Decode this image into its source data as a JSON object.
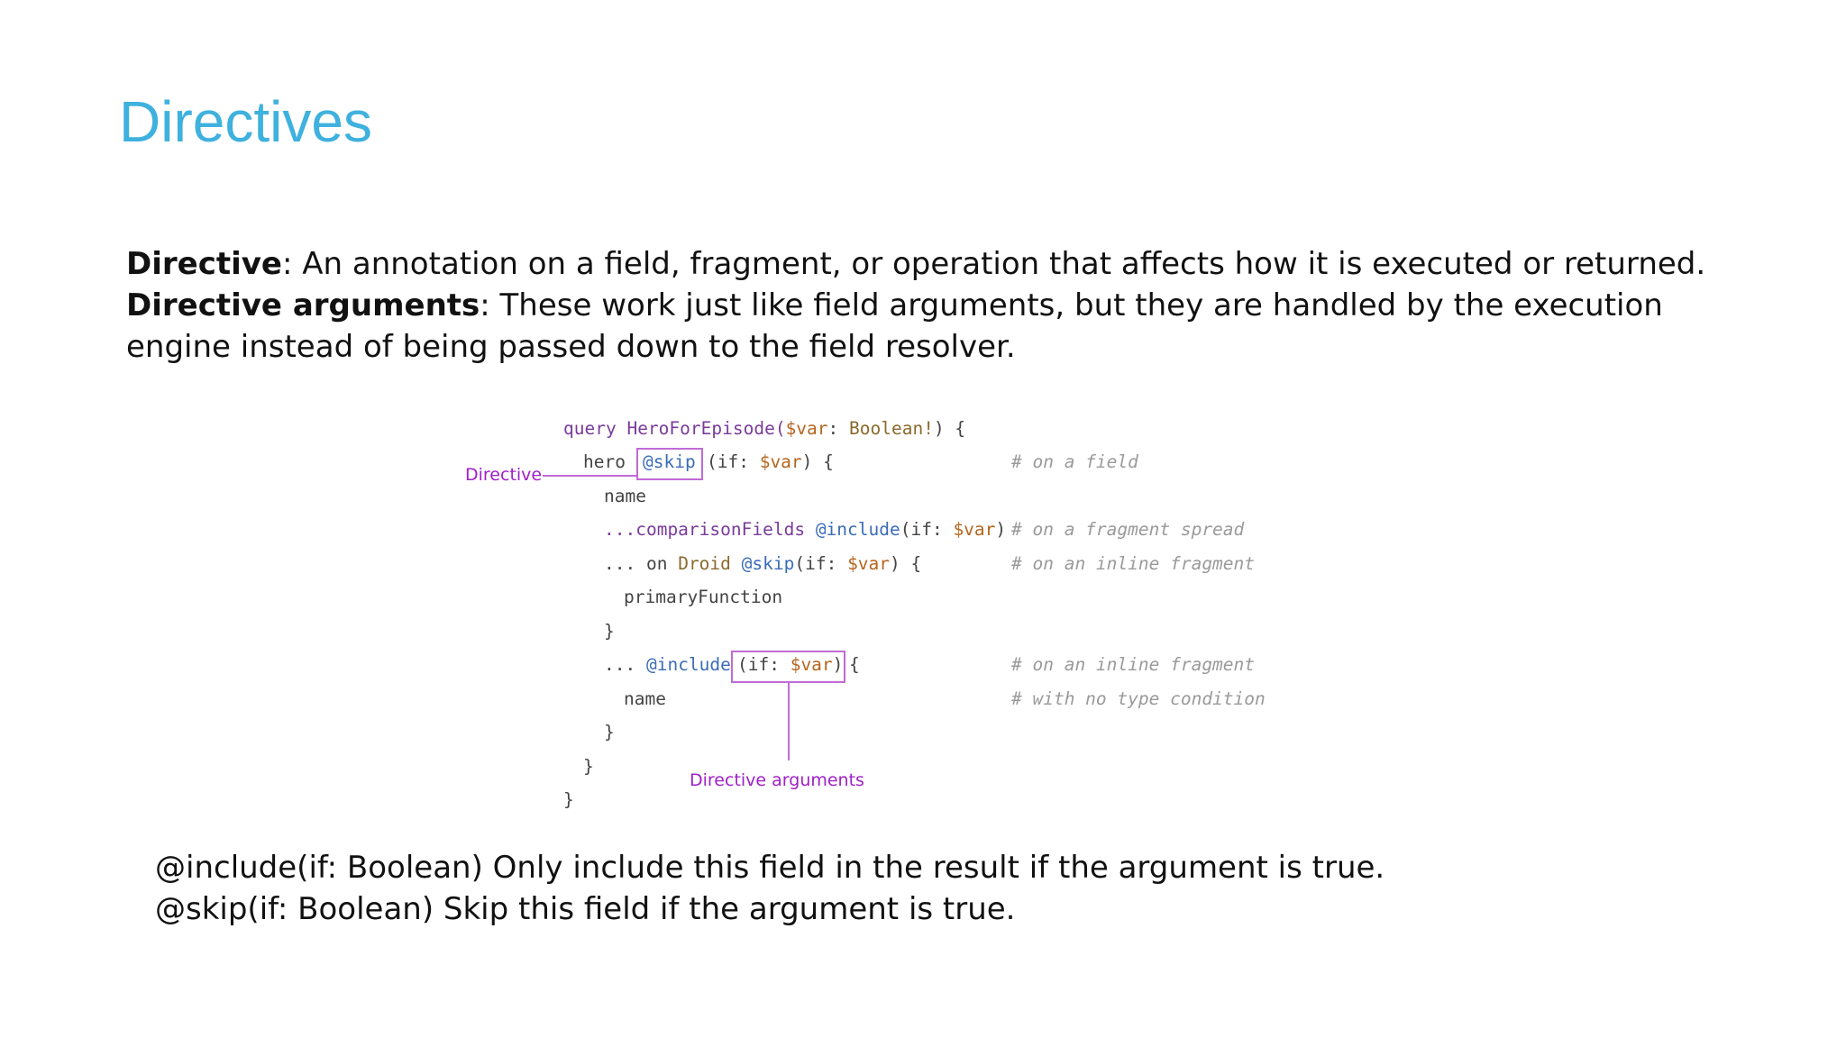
{
  "slide": {
    "title": "Directives",
    "definitions": [
      {
        "term": "Directive",
        "text": ": An annotation on a field, fragment, or operation that affects how it is executed or returned."
      },
      {
        "term": "Directive arguments",
        "text": ": These work just like field arguments, but they are handled by the execution engine instead of being passed down to the field resolver."
      }
    ],
    "usage": [
      "@include(if: Boolean) Only include this field in the result if the argument is true.",
      "@skip(if: Boolean) Skip this field if the argument is true."
    ]
  },
  "diagram": {
    "annotations": {
      "directive": "Directive",
      "directive_arguments": "Directive arguments"
    },
    "code": {
      "l1_kw": "query",
      "l1_name": "HeroForEpisode(",
      "l1_var": "$var",
      "l1_colon": ": ",
      "l1_type": "Boolean!",
      "l1_end": ") {",
      "l2_field": "hero",
      "l2_dir": "@skip",
      "l2_open": "(if: ",
      "l2_var": "$var",
      "l2_end": ") {",
      "l3": "name",
      "l4_spread": "...comparisonFields ",
      "l4_dir": "@include",
      "l4_open": "(if: ",
      "l4_var": "$var",
      "l4_end": ")",
      "l5_dots": "... ",
      "l5_on": "on ",
      "l5_type": "Droid ",
      "l5_dir": "@skip",
      "l5_open": "(if: ",
      "l5_var": "$var",
      "l5_end": ") {",
      "l6": "primaryFunction",
      "l7": "}",
      "l8_dots": "... ",
      "l8_dir": "@include",
      "l8_open": "(if: ",
      "l8_var": "$var",
      "l8_close": ")",
      "l8_end": "{",
      "l9": "name",
      "l10": "}",
      "l11": "}",
      "l12": "}"
    },
    "comments": {
      "c1": "# on a field",
      "c2": "# on a fragment spread",
      "c3": "# on an inline fragment",
      "c4": "# on an inline fragment",
      "c5": "# with no type condition"
    }
  }
}
